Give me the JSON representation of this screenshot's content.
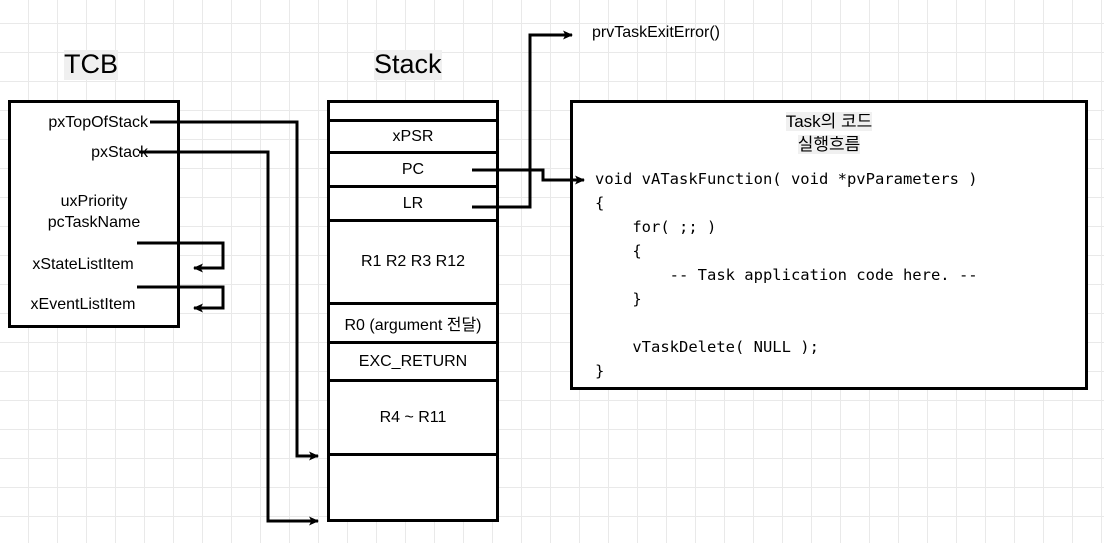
{
  "diagram": {
    "title_tcb": "TCB",
    "title_stack": "Stack",
    "exit_handler_label": "prvTaskExitError()"
  },
  "tcb": {
    "fields": [
      {
        "name": "pxTopOfStack",
        "label": "pxTopOfStack"
      },
      {
        "name": "pxStack",
        "label": "pxStack"
      },
      {
        "name": "uxPriority",
        "label": "uxPriority"
      },
      {
        "name": "pcTaskName",
        "label": "pcTaskName"
      },
      {
        "name": "xStateListItem",
        "label": "xStateListItem"
      },
      {
        "name": "xEventListItem",
        "label": "xEventListItem"
      }
    ]
  },
  "stack": {
    "rows": [
      {
        "label": ""
      },
      {
        "label": "xPSR"
      },
      {
        "label": "PC"
      },
      {
        "label": "LR"
      },
      {
        "label": "R1 R2 R3 R12"
      },
      {
        "label": "R0 (argument 전달)"
      },
      {
        "label": "EXC_RETURN"
      },
      {
        "label": "R4 ~ R11"
      },
      {
        "label": ""
      }
    ]
  },
  "code": {
    "title_line1": "Task의 코드",
    "title_line2": "실행흐름",
    "lines": "void vATaskFunction( void *pvParameters )\n{\n    for( ;; )\n    {\n        -- Task application code here. --\n    }\n\n    vTaskDelete( NULL );\n}"
  },
  "colors": {
    "line": "#000000",
    "grid_minor": "#e9e9e9",
    "grid_major": "#d6d6d6",
    "highlight": "#f0f0f0"
  }
}
